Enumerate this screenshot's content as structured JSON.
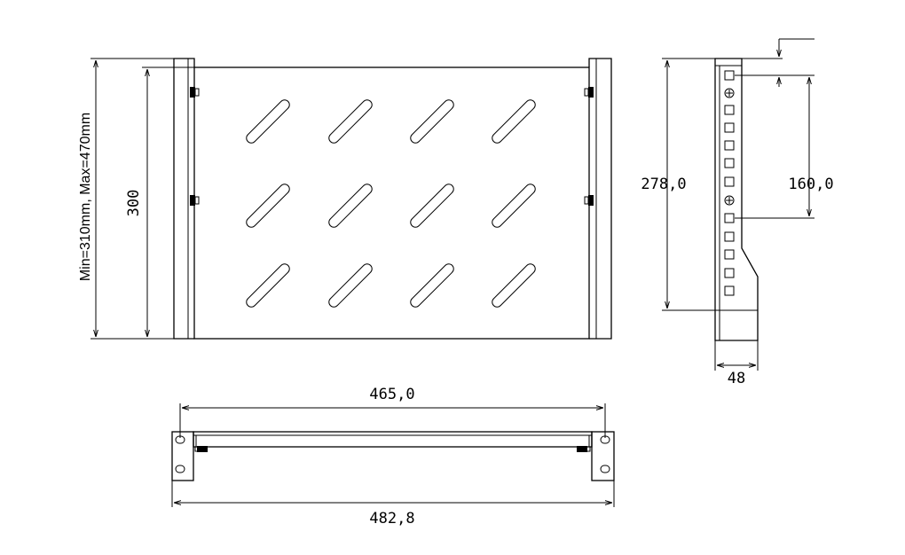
{
  "drawing": {
    "labels": {
      "depth_range": "Min=310mm, Max=470mm",
      "shelf_depth": "300",
      "side_height": "278,0",
      "hole_pitch": "160,0",
      "side_width": "48",
      "inner_width": "465,0",
      "outer_width": "482,8"
    }
  }
}
